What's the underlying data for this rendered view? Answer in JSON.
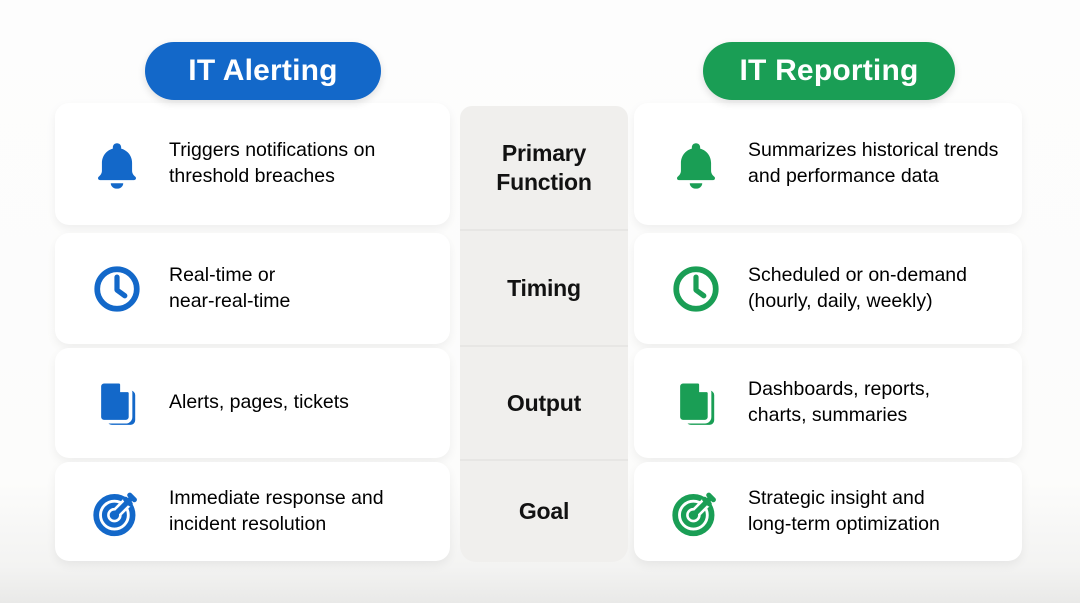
{
  "colors": {
    "alerting_accent": "#1368C9",
    "reporting_accent": "#1A9E55",
    "row_label_bg": "#F0EFED",
    "card_bg": "#FFFFFF",
    "page_bg": "#FBFBFA",
    "text": "#1C1C1E"
  },
  "alerting": {
    "title": "IT Alerting",
    "rows": [
      {
        "icon": "bell-icon",
        "text": "Triggers notifications on\nthreshold breaches"
      },
      {
        "icon": "clock-icon",
        "text": "Real-time or\nnear-real-time"
      },
      {
        "icon": "documents-icon",
        "text": "Alerts, pages, tickets"
      },
      {
        "icon": "target-icon",
        "text": "Immediate response and\nincident resolution"
      }
    ]
  },
  "reporting": {
    "title": "IT Reporting",
    "rows": [
      {
        "icon": "bell-icon",
        "text": "Summarizes historical trends\nand performance data"
      },
      {
        "icon": "clock-icon",
        "text": "Scheduled or on-demand\n(hourly, daily, weekly)"
      },
      {
        "icon": "documents-icon",
        "text": "Dashboards, reports,\ncharts, summaries"
      },
      {
        "icon": "target-icon",
        "text": "Strategic insight and\nlong-term optimization"
      }
    ]
  },
  "row_labels": [
    {
      "label": "Primary\nFunction"
    },
    {
      "label": "Timing"
    },
    {
      "label": "Output"
    },
    {
      "label": "Goal"
    }
  ]
}
